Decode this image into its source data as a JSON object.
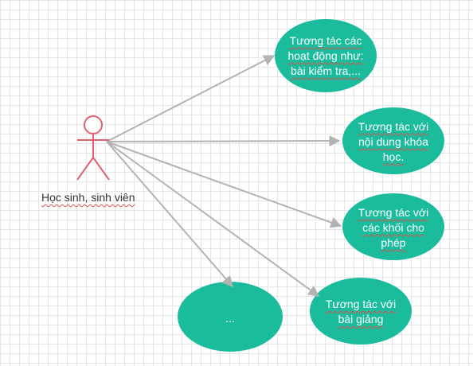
{
  "actor": {
    "label": "Học sinh, sinh viên",
    "icon": "stick-figure-icon",
    "color": "#e06070"
  },
  "use_cases": [
    {
      "id": "uc1",
      "label": "Tương tác các hoạt động như: bài kiểm tra,..."
    },
    {
      "id": "uc2",
      "label": "Tương tác với nội dung khóa học."
    },
    {
      "id": "uc3",
      "label": "Tương tác với các khối cho phép"
    },
    {
      "id": "uc4",
      "label": "Tương tác với bài giảng"
    },
    {
      "id": "uc5",
      "label": "..."
    }
  ],
  "colors": {
    "node_fill": "#1abc9c",
    "arrow": "#b3b3b3",
    "grid": "#e6e6e6"
  }
}
